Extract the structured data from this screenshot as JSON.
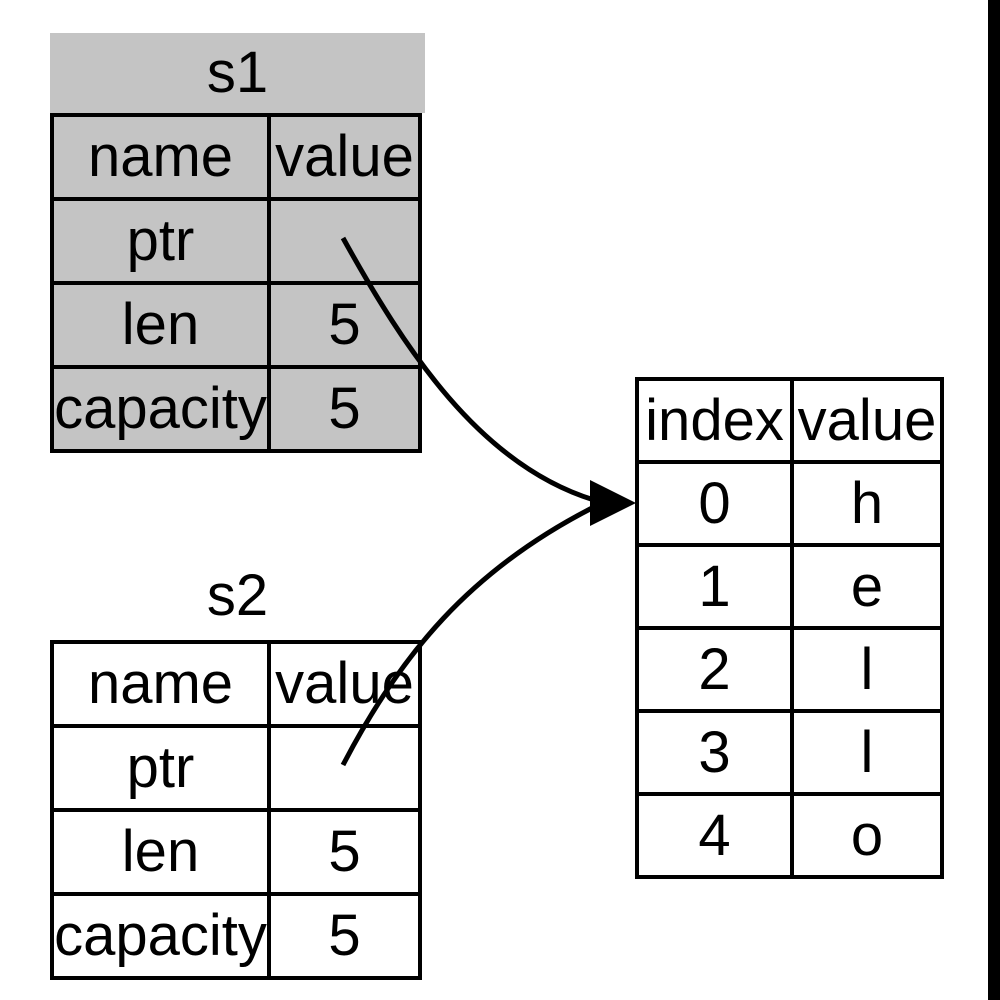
{
  "colors": {
    "invalidated_fill": "#c4c4c4",
    "background": "#ffffff",
    "line": "#000000",
    "edge_bar": "#000000"
  },
  "s1": {
    "title": "s1",
    "headers": [
      "name",
      "value"
    ],
    "rows": [
      [
        "ptr",
        ""
      ],
      [
        "len",
        "5"
      ],
      [
        "capacity",
        "5"
      ]
    ]
  },
  "s2": {
    "title": "s2",
    "headers": [
      "name",
      "value"
    ],
    "rows": [
      [
        "ptr",
        ""
      ],
      [
        "len",
        "5"
      ],
      [
        "capacity",
        "5"
      ]
    ]
  },
  "heap": {
    "headers": [
      "index",
      "value"
    ],
    "rows": [
      [
        "0",
        "h"
      ],
      [
        "1",
        "e"
      ],
      [
        "2",
        "l"
      ],
      [
        "3",
        "l"
      ],
      [
        "4",
        "o"
      ]
    ]
  },
  "arrows": [
    {
      "from": "s1.ptr",
      "to": "heap.row-0"
    },
    {
      "from": "s2.ptr",
      "to": "heap.row-0"
    }
  ]
}
